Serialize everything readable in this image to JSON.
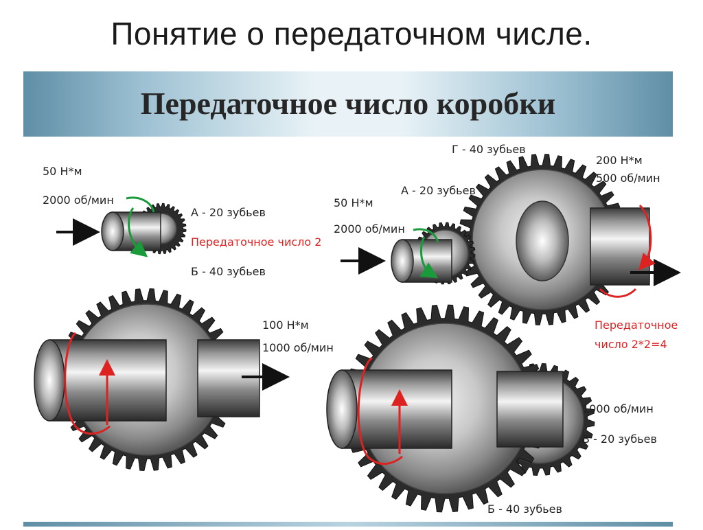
{
  "slide": {
    "title": "Понятие о передаточном числе."
  },
  "banner": {
    "title": "Передаточное число коробки"
  },
  "left_diagram": {
    "input_torque": "50 Н*м",
    "input_speed": "2000 об/мин",
    "gear_a": "А - 20 зубьев",
    "ratio": "Передаточное число 2",
    "gear_b": "Б - 40 зубьев",
    "output_torque": "100 Н*м",
    "output_speed": "1000 об/мин"
  },
  "right_diagram": {
    "input_torque": "50 Н*м",
    "input_speed": "2000 об/мин",
    "gear_a": "А - 20 зубьев",
    "gear_g": "Г - 40 зубьев",
    "output_torque": "200 Н*м",
    "output_speed": "500 об/мин",
    "ratio_line1": "Передаточное",
    "ratio_line2": "число 2*2=4",
    "mid_speed": "1000 об/мин",
    "gear_v": "В - 20 зубьев",
    "gear_b": "Б - 40 зубьев"
  },
  "colors": {
    "banner_edge": "#5f8ea6",
    "banner_center": "#e9f3f7",
    "gear_dark": "#2b2b2b",
    "arrow_red": "#dd2222",
    "arrow_green": "#1a9a3a"
  }
}
